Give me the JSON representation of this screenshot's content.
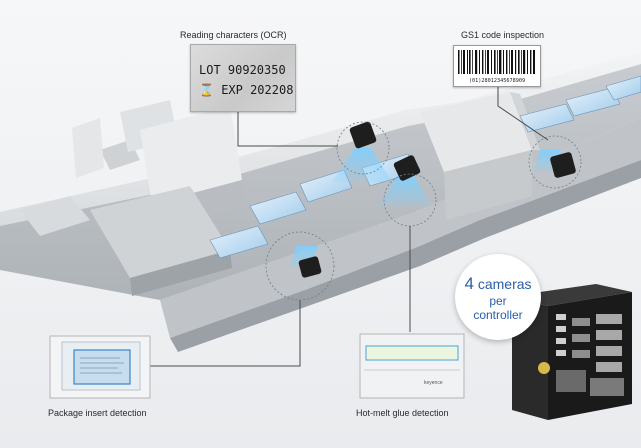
{
  "callouts": {
    "ocr": {
      "title": "Reading characters (OCR)",
      "line1": "LOT 90920350",
      "line2_symbol": "⌛",
      "line2": "EXP 202208"
    },
    "gs1": {
      "title": "GS1 code inspection",
      "digits": "(01)28012345678909"
    },
    "package_insert": {
      "title": "Package insert detection"
    },
    "glue": {
      "title": "Hot-melt glue detection",
      "brand": "keyence"
    },
    "cameras": {
      "count": "4",
      "line1_suffix": "cameras",
      "line2": "per",
      "line3": "controller"
    }
  },
  "colors": {
    "accent_blue": "#2a5fa8",
    "beam": "#6fc4f2",
    "machine": "#d7dadd",
    "dark": "#1e1e1e"
  }
}
